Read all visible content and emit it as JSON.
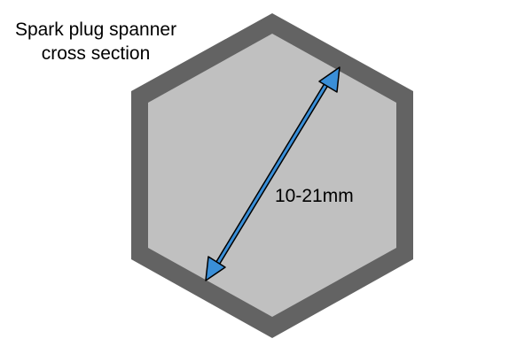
{
  "title": {
    "line1": "Spark plug spanner",
    "line2": "cross section"
  },
  "dimension": {
    "label": "10-21mm"
  },
  "colors": {
    "outer_hex": "#636363",
    "inner_hex": "#c0c0c0",
    "arrow_fill": "#3a8fd8",
    "arrow_outline": "#000000"
  }
}
